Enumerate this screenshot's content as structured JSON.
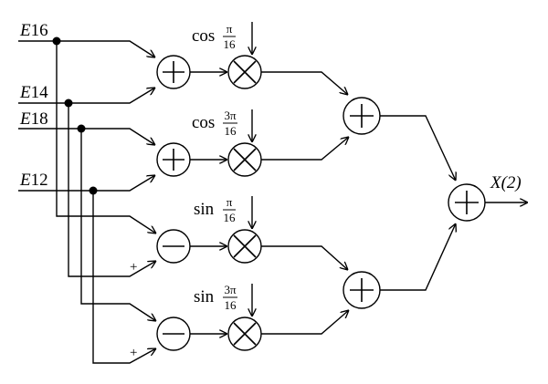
{
  "inputs": {
    "e16": {
      "letter": "E",
      "index": "16"
    },
    "e14": {
      "letter": "E",
      "index": "14"
    },
    "e18": {
      "letter": "E",
      "index": "18"
    },
    "e12": {
      "letter": "E",
      "index": "12"
    }
  },
  "coefficients": {
    "c1": {
      "func": "cos",
      "num": "π",
      "den": "16"
    },
    "c2": {
      "func": "cos",
      "num": "3π",
      "den": "16"
    },
    "c3": {
      "func": "sin",
      "num": "π",
      "den": "16"
    },
    "c4": {
      "func": "sin",
      "num": "3π",
      "den": "16"
    }
  },
  "signs": {
    "plus": "+"
  },
  "output": {
    "label": "X(2)"
  }
}
